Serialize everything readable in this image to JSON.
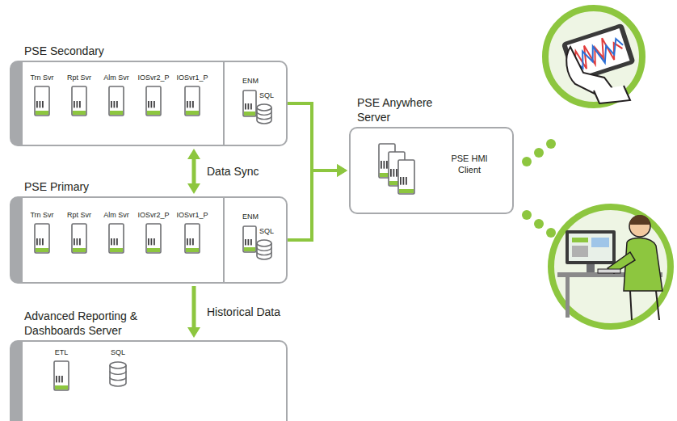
{
  "diagram": {
    "nodes": [
      {
        "text": [
          "PSE Secondary"
        ]
      },
      {
        "text": [
          "Trn Svr"
        ],
        "in": 0
      },
      {
        "text": [
          "Rpt Svr"
        ],
        "in": 0
      },
      {
        "text": [
          "Alm Svr"
        ],
        "in": 0
      },
      {
        "text": [
          "IOSvr2_P"
        ],
        "in": 0
      },
      {
        "text": [
          "IOSvr1_P"
        ],
        "in": 0
      },
      {
        "text": [
          "ENM",
          "SQL"
        ],
        "in": 0
      },
      {
        "text": [
          "PSE Primary"
        ]
      },
      {
        "text": [
          "Trn Svr"
        ],
        "in": 7
      },
      {
        "text": [
          "Rpt Svr"
        ],
        "in": 7
      },
      {
        "text": [
          "Alm Svr"
        ],
        "in": 7
      },
      {
        "text": [
          "IOSvr2_P"
        ],
        "in": 7
      },
      {
        "text": [
          "IOSvr1_P"
        ],
        "in": 7
      },
      {
        "text": [
          "ENM",
          "SQL"
        ],
        "in": 7
      },
      {
        "text": [
          "Advanced Reporting & Dashboards Server"
        ]
      },
      {
        "text": [
          "ETL"
        ],
        "in": 14
      },
      {
        "text": [
          "SQL"
        ],
        "in": 14
      },
      {
        "text": [
          "PSE Anywhere Server",
          "PSE HMI Client"
        ]
      }
    ],
    "edges": [
      {
        "from": 0,
        "to": 7,
        "label": "Data Sync",
        "arrow": "both"
      },
      {
        "from": 7,
        "to": 14,
        "label": "Historical Data",
        "arrow": "to"
      },
      {
        "from": 6,
        "to": 17,
        "arrow": "to"
      },
      {
        "from": 13,
        "to": 17,
        "arrow": "to"
      }
    ]
  }
}
